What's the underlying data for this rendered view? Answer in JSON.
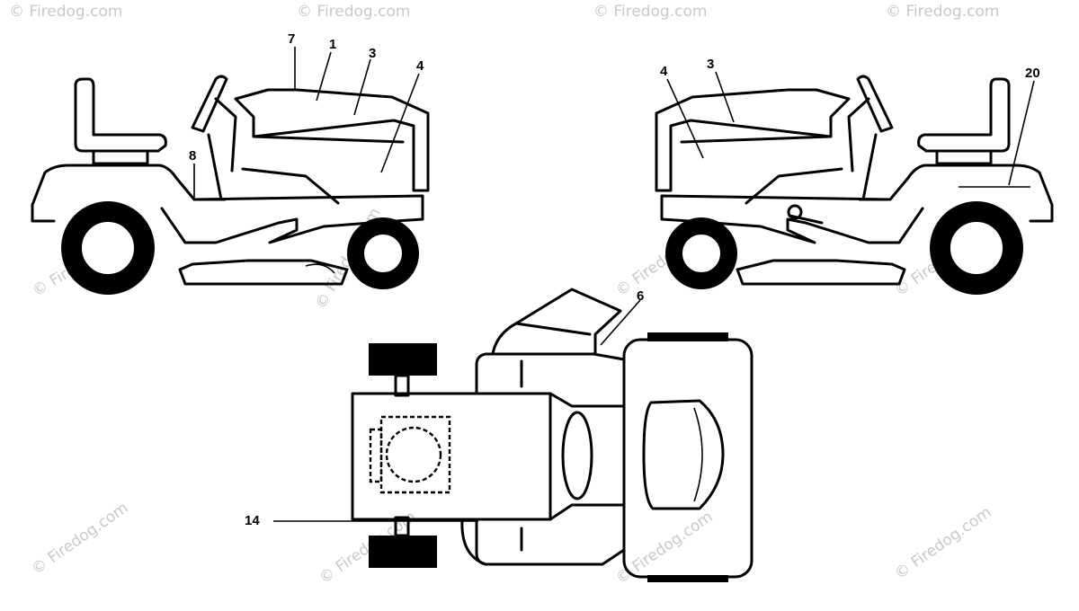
{
  "diagram": {
    "callouts": {
      "left_view": [
        "7",
        "1",
        "3",
        "4",
        "8"
      ],
      "right_view": [
        "4",
        "3",
        "20"
      ],
      "top_view": [
        "6",
        "14"
      ]
    },
    "watermark": "© Firedog.com"
  }
}
